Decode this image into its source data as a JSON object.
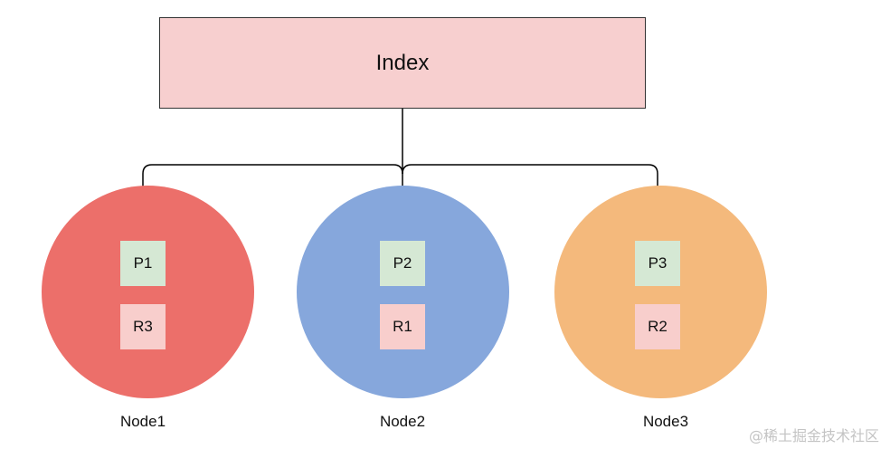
{
  "index": {
    "label": "Index"
  },
  "nodes": [
    {
      "label": "Node1",
      "color": "#ec6f6a",
      "primary": "P1",
      "replica": "R3"
    },
    {
      "label": "Node2",
      "color": "#86a7dc",
      "primary": "P2",
      "replica": "R1"
    },
    {
      "label": "Node3",
      "color": "#f4b97c",
      "primary": "P3",
      "replica": "R2"
    }
  ],
  "colors": {
    "index_fill": "#f7cfcf",
    "primary_fill": "#d5e8d4",
    "replica_fill": "#f8cecc",
    "connector": "#000000"
  },
  "watermark": "@稀土掘金技术社区"
}
